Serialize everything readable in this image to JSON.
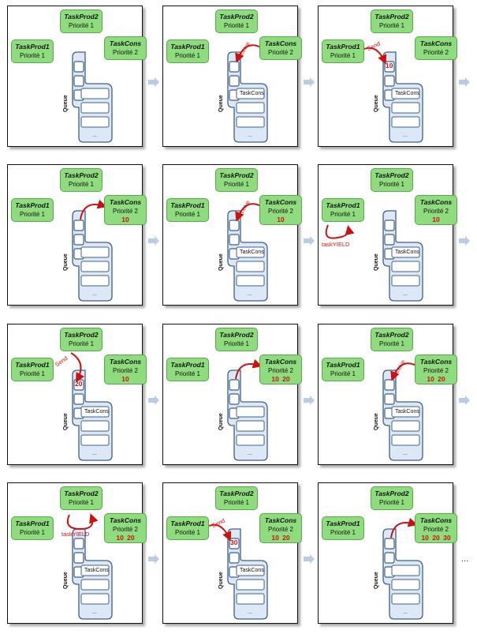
{
  "labels": {
    "prod1_name": "TaskProd1",
    "prod2_name": "TaskProd2",
    "cons_name": "TaskCons",
    "priority_1": "Priorité 1",
    "priority_2": "Priorité 2",
    "queue": "Queue",
    "receive": "Receive",
    "send": "Send",
    "yield": "taskYIELD",
    "queue_dots": "...",
    "continuation": "..."
  },
  "panels": [
    {
      "index": 1,
      "arrow": "none",
      "slot_value": "",
      "blocked": "",
      "consumer_values": ""
    },
    {
      "index": 2,
      "arrow": "receive-cons",
      "slot_value": "",
      "blocked": "TaskCons",
      "consumer_values": ""
    },
    {
      "index": 3,
      "arrow": "send-prod1",
      "slot_value": "10",
      "blocked": "TaskCons",
      "consumer_values": ""
    },
    {
      "index": 4,
      "arrow": "to-cons",
      "slot_value": "",
      "blocked": "",
      "consumer_values": "10"
    },
    {
      "index": 5,
      "arrow": "receive-cons",
      "slot_value": "",
      "blocked": "TaskCons",
      "consumer_values": "10"
    },
    {
      "index": 6,
      "arrow": "yield-prod1",
      "slot_value": "",
      "blocked": "TaskCons",
      "consumer_values": "10"
    },
    {
      "index": 7,
      "arrow": "send-prod2",
      "slot_value": "20",
      "blocked": "TaskCons",
      "consumer_values": "10"
    },
    {
      "index": 8,
      "arrow": "to-cons",
      "slot_value": "",
      "blocked": "",
      "consumer_values": "10 20"
    },
    {
      "index": 9,
      "arrow": "receive-cons",
      "slot_value": "",
      "blocked": "TaskCons",
      "consumer_values": "10 20"
    },
    {
      "index": 10,
      "arrow": "yield-prod2",
      "slot_value": "",
      "blocked": "TaskCons",
      "consumer_values": "10 20"
    },
    {
      "index": 11,
      "arrow": "send-prod1",
      "slot_value": "30",
      "blocked": "TaskCons",
      "consumer_values": "10 20"
    },
    {
      "index": 12,
      "arrow": "to-cons",
      "slot_value": "",
      "blocked": "",
      "consumer_values": "10 20 30"
    }
  ],
  "colors": {
    "task_fill": "#8fdc7e",
    "task_border": "#5aa84c",
    "queue_fill": "#dce8f5",
    "queue_border": "#3d5f8c",
    "arrow": "#cc1111",
    "flow_arrow": "#b8cce6"
  }
}
